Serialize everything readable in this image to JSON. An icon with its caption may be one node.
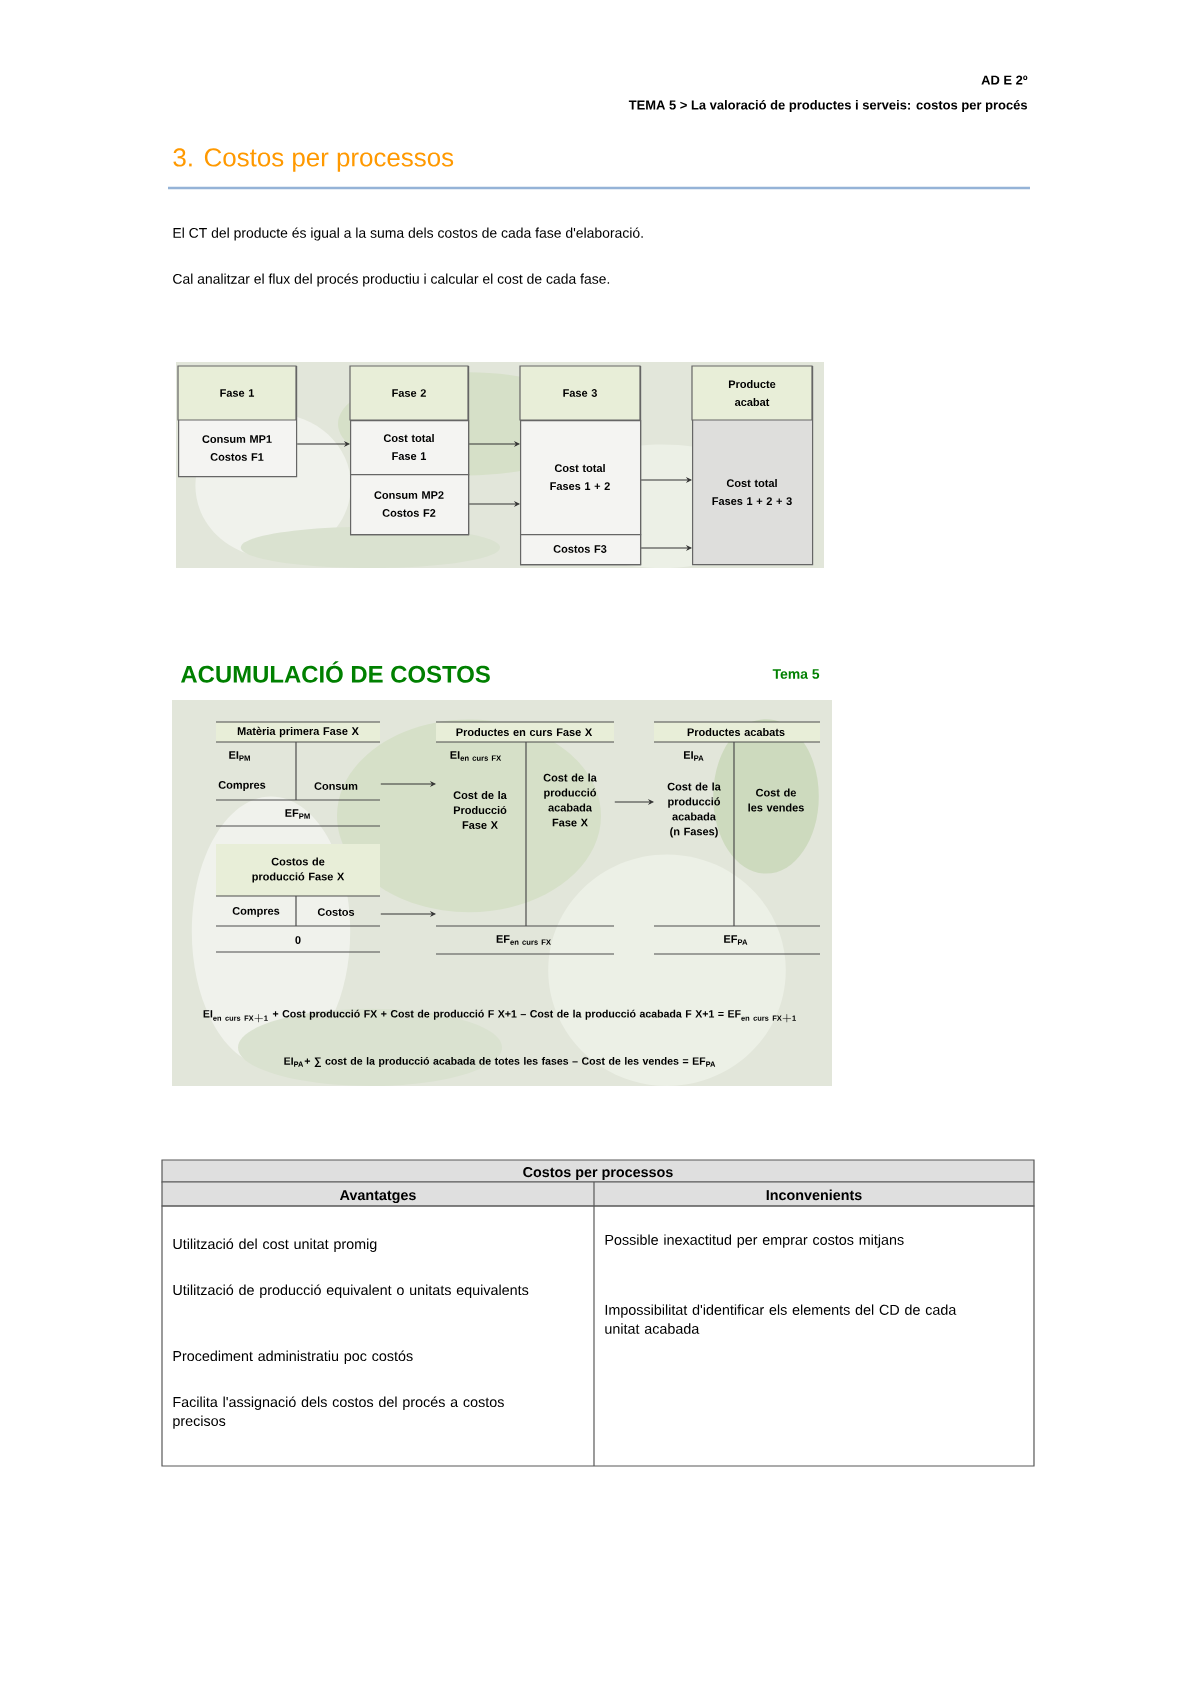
{
  "diagram": {
    "title": "3. Costos per processos",
    "nodes": [
      {
        "text": [
          "Fase 1",
          "Consum MP1 Costos F1"
        ]
      },
      {
        "text": [
          "Fase 2"
        ]
      },
      {
        "text": [
          "Cost total Fase 1"
        ],
        "in": 1
      },
      {
        "text": [
          "Consum MP2 Costos F2"
        ],
        "in": 1
      },
      {
        "text": [
          "Fase 3"
        ]
      },
      {
        "text": [
          "Cost total Fases 1 + 2"
        ],
        "in": 4
      },
      {
        "text": [
          "Costos F3"
        ],
        "in": 4
      },
      {
        "text": [
          "Producte acabat",
          "Cost total Fases 1 + 2 + 3"
        ]
      },
      {
        "text": [
          "Matèria primera Fase X",
          "EI$_{PM}$",
          "Compres",
          "Consum",
          "EF$_{PM}$"
        ]
      },
      {
        "text": [
          "Costos de producció Fase X",
          "Compres",
          "Costos",
          "0"
        ]
      },
      {
        "text": [
          "Productes en curs Fase X",
          "\\mathbf{EI}_{\\mathbf{en\\ curs\\ FX}}",
          "Cost de la Producció Fase X",
          "Cost de la producció acabada Fase X",
          "\\mathbf{EF}_{\\mathbf{en\\ curs\\ FX}}"
        ]
      },
      {
        "text": [
          "Productes acabats",
          "EI$_{PA}$",
          "Cost de la producció acabada (n Fases)",
          "Cost de les vendes",
          "EF$_{PA}$"
        ]
      }
    ],
    "edges": [
      {
        "from": 0,
        "to": 2,
        "arrow": "to"
      },
      {
        "from": 2,
        "to": 5,
        "arrow": "to"
      },
      {
        "from": 3,
        "to": 5,
        "arrow": "to"
      },
      {
        "from": 5,
        "to": 7,
        "arrow": "to"
      },
      {
        "from": 6,
        "to": 7,
        "arrow": "to"
      },
      {
        "from": 8,
        "to": 10,
        "arrow": "to"
      },
      {
        "from": 9,
        "to": 10,
        "arrow": "to"
      },
      {
        "from": 10,
        "to": 11,
        "arrow": "to"
      }
    ],
    "labels": [
      "AD E 2º",
      "TEMA 5 > La valoració de productes i serveis: costos per procés",
      "El CT del producte és igual a la suma dels costos de cada fase d'elaboració.",
      "Cal analitzar el flux del procés productiu i calcular el cost de cada fase.",
      "ACUMULACIÓ DE COSTOS",
      "Tema 5",
      "\\mathbf{EI}_{\\mathbf{en\\ curs\\ FX+1}}\\ \\mbox{\\bfseries + Cost producció FX + Cost de producció F X+1 – Cost de la producció acabada F X+1 =}\\ \\mathbf{EF}_{\\mathbf{en\\ curs\\ FX+1}}",
      "EI$_{PA}$+ ∑ cost de la producció acabada de totes les fases – Cost de les vendes = EF$_{PA}$",
      "Costos per processos",
      "Avantatges",
      "Inconvenients",
      "Utilització del cost unitat promig",
      "Utilització de producció equivalent o unitats equivalents",
      "Procediment administratiu poc costós",
      "Facilita l'assignació dels costos del procés a costos precisos",
      "Possible inexactitud per emprar costos mitjans",
      "Impossibilitat d'identificar els elements del CD de cada unitat acabada"
    ]
  }
}
